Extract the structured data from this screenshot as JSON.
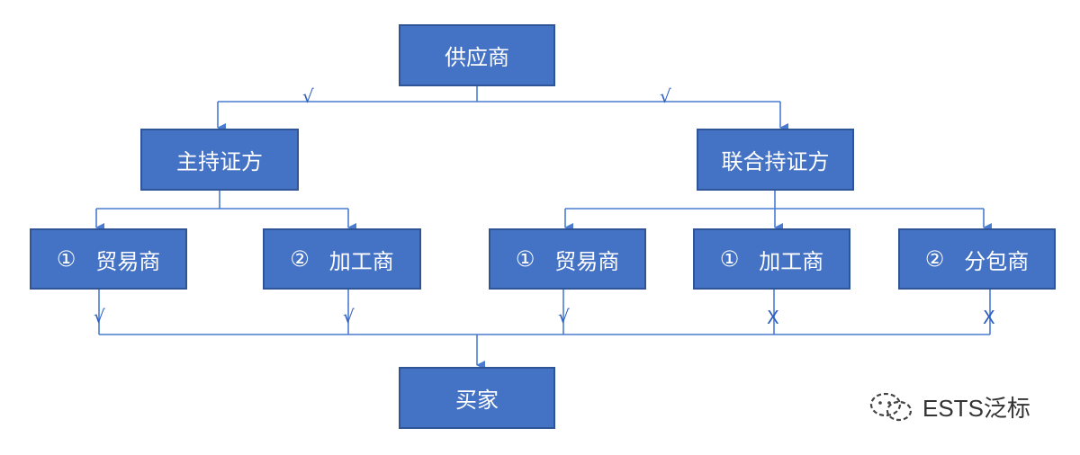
{
  "nodes": {
    "supplier": "供应商",
    "main_holder": "主持证方",
    "joint_holder": "联合持证方",
    "buyer": "买家",
    "main_trader": {
      "num": "①",
      "label": "贸易商"
    },
    "main_processor": {
      "num": "②",
      "label": "加工商"
    },
    "joint_trader": {
      "num": "①",
      "label": "贸易商"
    },
    "joint_processor": {
      "num": "①",
      "label": "加工商"
    },
    "joint_subcontractor": {
      "num": "②",
      "label": "分包商"
    }
  },
  "marks": {
    "supplier_to_main": "√",
    "supplier_to_joint": "√",
    "main_trader_to_buyer": "√",
    "main_processor_to_buyer": "√",
    "joint_trader_to_buyer": "√",
    "joint_processor_to_buyer": "X",
    "joint_subcontractor_to_buyer": "X"
  },
  "watermark": {
    "text": "ESTS泛标",
    "icon": "wechat-icon"
  },
  "colors": {
    "box_fill": "#4472c4",
    "box_border": "#2f5597",
    "connector": "#4a7bd0",
    "mark": "#2f5fbf"
  }
}
